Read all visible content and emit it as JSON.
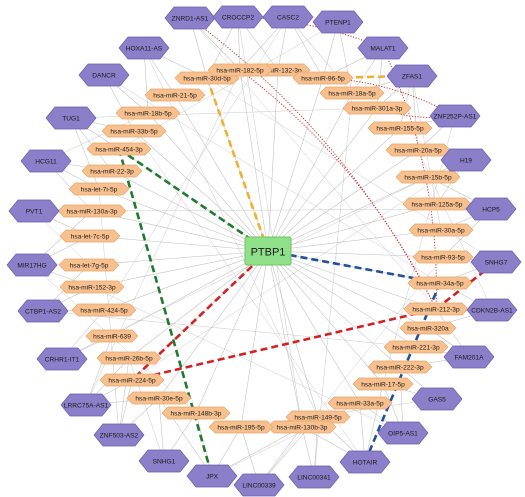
{
  "hub": {
    "label": "PTBP1",
    "color": "#90e08a"
  },
  "colors": {
    "lnc_fill": "#8a7fc8",
    "lnc_stroke": "#6a5fae",
    "mir_fill": "#f7c08e",
    "mir_stroke": "#e8a66a",
    "edge": "#b8b8b8",
    "red": "#d42020",
    "green": "#1e7a2e",
    "orange": "#f0b030",
    "blue": "#2050a0"
  },
  "lncrnas": [
    "ZNRD1-AS1",
    "CROCCP2",
    "CASC2",
    "PTENP1",
    "MALAT1",
    "ZFAS1",
    "ZNF252P-AS1",
    "H19",
    "HCP5",
    "SNHG7",
    "CDKN2B-AS1",
    "FAM201A",
    "GAS5",
    "OIP5-AS1",
    "HOTAIR",
    "LINC00341",
    "LINC00339",
    "JPX",
    "SNHG1",
    "ZNF503-AS2",
    "LRRC75A-AS1",
    "CRHR1-IT1",
    "CTBP1-AS2",
    "MIR17HG",
    "PVT1",
    "HCG11",
    "TUG1",
    "DANCR",
    "HOXA11-AS"
  ],
  "mirnas": [
    "hsa-miR-132-3p",
    "hsa-miR-96-5p",
    "hsa-miR-18a-5p",
    "hsa-miR-301a-3p",
    "hsa-miR-155-5p",
    "hsa-miR-20a-5p",
    "hsa-miR-15b-5p",
    "hsa-miR-125a-5p",
    "hsa-miR-30a-5p",
    "hsa-miR-93-5p",
    "hsa-miR-34a-5p",
    "hsa-miR-212-3p",
    "hsa-miR-320a",
    "hsa-miR-221-3p",
    "hsa-miR-222-3p",
    "hsa-miR-17-5p",
    "hsa-miR-33a-5p",
    "hsa-miR-149-5p",
    "hsa-miR-130b-3p",
    "hsa-miR-195-5p",
    "hsa-miR-148b-3p",
    "hsa-miR-30e-5p",
    "hsa-miR-224-5p",
    "hsa-miR-26b-5p",
    "hsa-miR-639",
    "hsa-miR-424-5p",
    "hsa-miR-152-3p",
    "hsa-let-7g-5p",
    "hsa-let-7c-5p",
    "hsa-miR-130a-3p",
    "hsa-let-7i-5p",
    "hsa-miR-22-3p",
    "hsa-miR-454-3p",
    "hsa-miR-33b-5p",
    "hsa-miR-18b-5p",
    "hsa-miR-21-5p",
    "hsa-miR-30d-5p",
    "hsa-miR-182-5p"
  ],
  "special_edges": [
    {
      "from": "hsa-miR-30d-5p",
      "to": "PTBP1",
      "style": "orange"
    },
    {
      "from": "hsa-miR-96-5p",
      "to": "ZFAS1",
      "style": "orange"
    },
    {
      "from": "hsa-miR-454-3p",
      "to": "PTBP1",
      "style": "green"
    },
    {
      "from": "hsa-miR-454-3p",
      "to": "JPX",
      "style": "green"
    },
    {
      "from": "PTBP1",
      "to": "hsa-miR-34a-5p",
      "style": "blue"
    },
    {
      "from": "hsa-miR-34a-5p",
      "to": "HOTAIR",
      "style": "blue"
    },
    {
      "from": "PTBP1",
      "to": "hsa-miR-224-5p",
      "style": "red"
    },
    {
      "from": "hsa-miR-224-5p",
      "to": "hsa-miR-212-3p",
      "style": "red"
    },
    {
      "from": "hsa-miR-212-3p",
      "to": "SNHG7",
      "style": "red"
    }
  ],
  "dotted_edges": [
    {
      "from": "ZNRD1-AS1",
      "to": "MALAT1"
    },
    {
      "from": "ZNRD1-AS1",
      "to": "hsa-miR-212-3p"
    },
    {
      "from": "hsa-miR-182-5p",
      "to": "hsa-miR-212-3p"
    },
    {
      "from": "MALAT1",
      "to": "hsa-miR-212-3p"
    },
    {
      "from": "hsa-miR-96-5p",
      "to": "ZNF252P-AS1"
    },
    {
      "from": "ZNF252P-AS1",
      "to": "hsa-miR-301a-3p"
    }
  ]
}
